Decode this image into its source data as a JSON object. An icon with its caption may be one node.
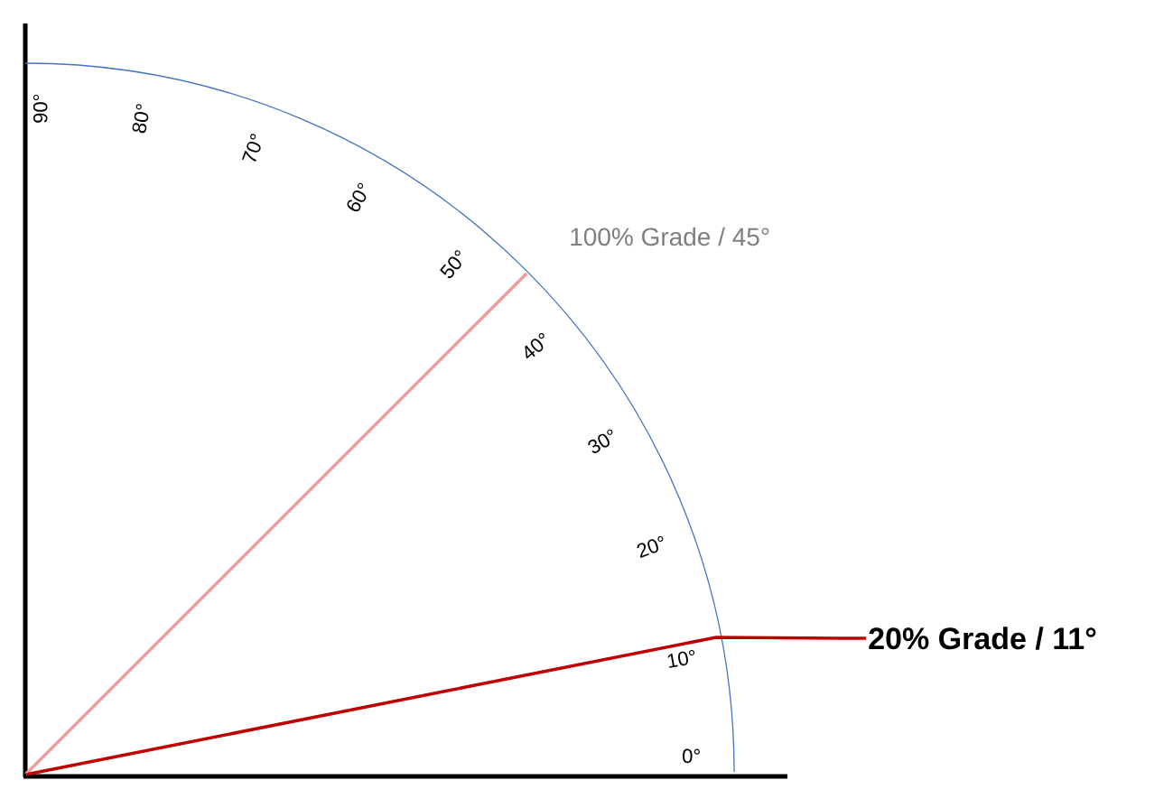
{
  "diagram": {
    "nodes": [
      {
        "text": [],
        "shape": "point"
      },
      {
        "text": [
          "20% Grade / 11°"
        ]
      }
    ],
    "edges": [
      {
        "from": 0,
        "to": 1,
        "arrow": "none",
        "color": "#c00000"
      }
    ],
    "labels": [
      "90°",
      "80°",
      "70°",
      "60°",
      "100% Grade / 45°",
      "50°",
      "40°",
      "30°",
      "20°",
      "10°",
      "0°"
    ]
  }
}
